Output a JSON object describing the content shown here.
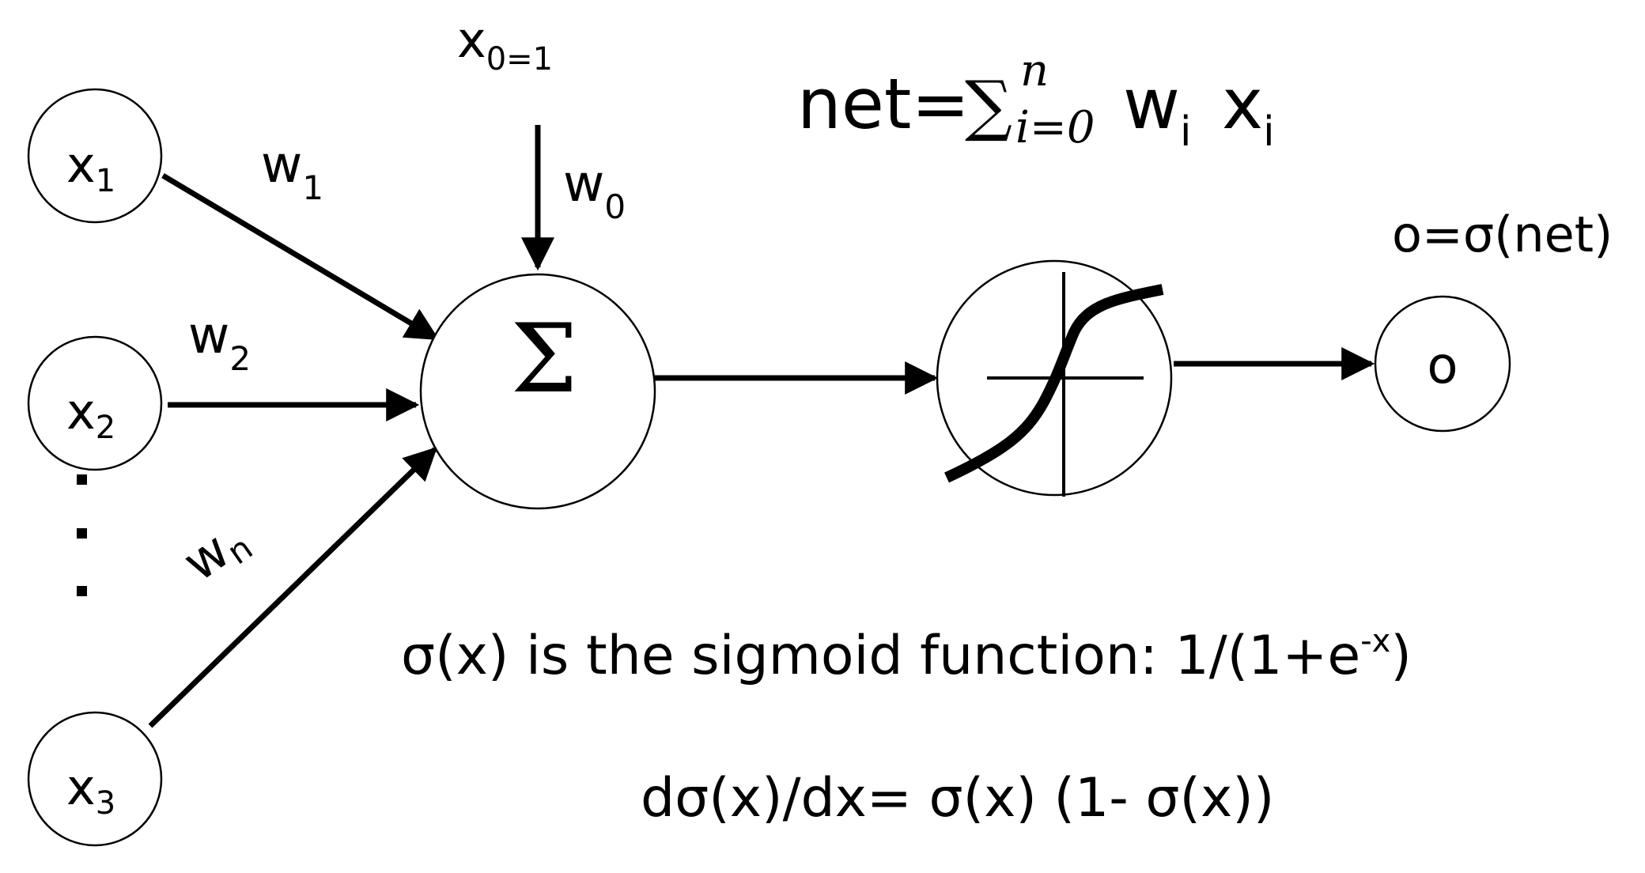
{
  "inputs": {
    "x1": {
      "main": "x",
      "sub": "1"
    },
    "x2": {
      "main": "x",
      "sub": "2"
    },
    "x3": {
      "main": "x",
      "sub": "3"
    }
  },
  "bias_input": {
    "main": "x",
    "sub": "0=1"
  },
  "weights": {
    "w0": {
      "main": "w",
      "sub": "0"
    },
    "w1": {
      "main": "w",
      "sub": "1"
    },
    "w2": {
      "main": "w",
      "sub": "2"
    },
    "wn": {
      "main": "w",
      "sub": "n"
    }
  },
  "sum_symbol": "Σ",
  "net_equation": {
    "lhs": "net=",
    "sum": "∑",
    "upper": "n",
    "lower": "i=0",
    "w": "w",
    "w_sub": "i",
    "x": "x",
    "x_sub": "i"
  },
  "output_equation": "o=σ(net)",
  "output_node": "o",
  "sigmoid_text": {
    "main": "σ(x) is the sigmoid function: 1/(1+e",
    "sup": "-x",
    "end": ")"
  },
  "derivative_text": "dσ(x)/dx= σ(x) (1- σ(x))",
  "colors": {
    "stroke": "#000000",
    "background": "#ffffff"
  }
}
